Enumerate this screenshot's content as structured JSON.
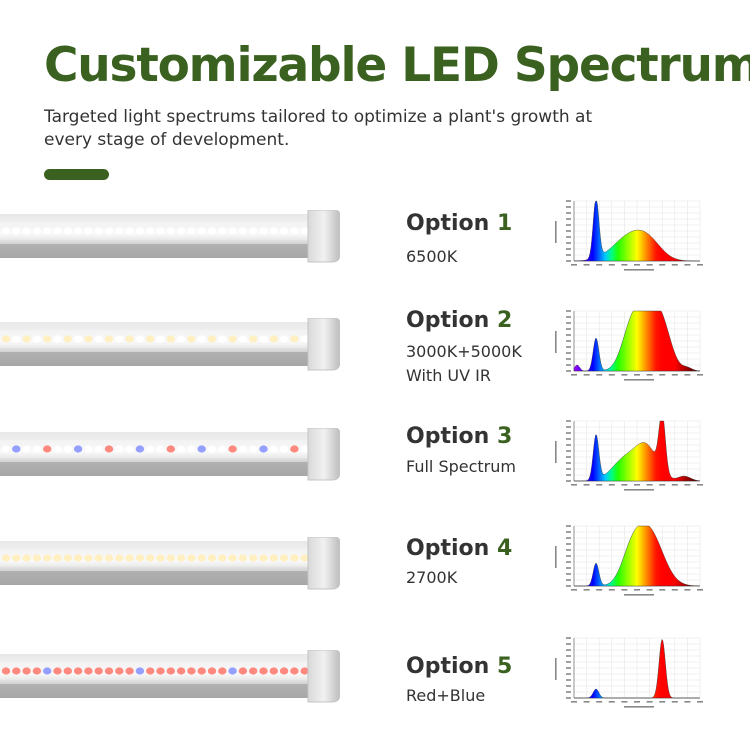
{
  "header": {
    "title": "Customizable LED Spectrum",
    "subtitle": "Targeted light spectrums tailored to optimize a plant's growth at every stage of development."
  },
  "colors": {
    "brand_green": "#3b6120",
    "text_dark": "#333333"
  },
  "options": [
    {
      "label_word": "Option",
      "label_num": "1",
      "desc_lines": [
        "6500K"
      ],
      "led_colors": [
        "white"
      ],
      "spectrum": "6500K"
    },
    {
      "label_word": "Option",
      "label_num": "2",
      "desc_lines": [
        "3000K+5000K",
        "With UV IR"
      ],
      "led_colors": [
        "warm-white",
        "white"
      ],
      "spectrum": "3000K+5000K"
    },
    {
      "label_word": "Option",
      "label_num": "3",
      "desc_lines": [
        "Full Spectrum"
      ],
      "led_colors": [
        "white",
        "red",
        "blue"
      ],
      "spectrum": "full"
    },
    {
      "label_word": "Option",
      "label_num": "4",
      "desc_lines": [
        "2700K"
      ],
      "led_colors": [
        "warm-white"
      ],
      "spectrum": "2700K"
    },
    {
      "label_word": "Option",
      "label_num": "5",
      "desc_lines": [
        "Red+Blue"
      ],
      "led_colors": [
        "red",
        "blue"
      ],
      "spectrum": "red-blue"
    }
  ]
}
